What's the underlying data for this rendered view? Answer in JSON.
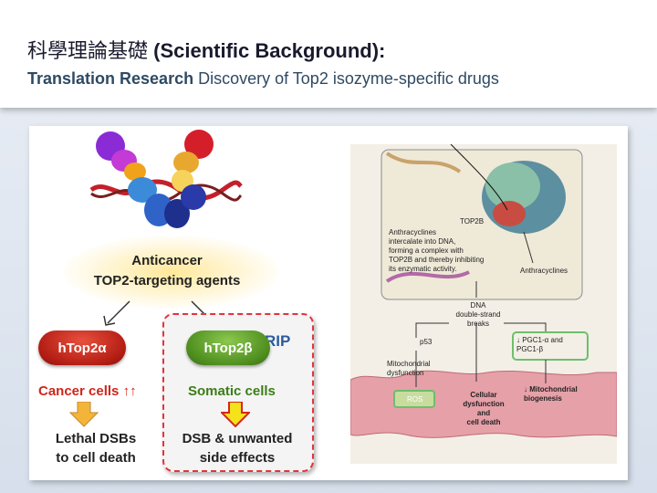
{
  "header": {
    "title_zh": "科學理論基礎",
    "title_en": "(Scientific Background):",
    "subtitle_bold": "Translation Research",
    "subtitle_rest": "Discovery of Top2 isozyme-specific drugs"
  },
  "left": {
    "agents_line1": "Anticancer",
    "agents_line2": "TOP2-targeting agents",
    "pill_alpha": "hTop2α",
    "pill_beta": "hTop2β",
    "rip": "RIP",
    "cancer_cells": "Cancer cells",
    "cancer_arrows": "↑↑",
    "somatic_cells": "Somatic cells",
    "outcome_left_1": "Lethal DSBs",
    "outcome_left_2": "to cell death",
    "outcome_right_1": "DSB & unwanted",
    "outcome_right_2": "side effects"
  },
  "figure": {
    "top2b": "TOP2B",
    "desc": [
      "Anthracyclines",
      "intercalate into DNA,",
      "forming a complex with",
      "TOP2B and thereby inhibiting",
      "its enzymatic activity."
    ],
    "anthracyclines": "Anthracyclines",
    "dna_breaks": [
      "DNA",
      "double-strand",
      "breaks"
    ],
    "p53": "p53",
    "pgc": [
      "↓ PGC1-α and",
      "PGC1-β"
    ],
    "mito_dys": [
      "Mitochondrial",
      "dysfunction"
    ],
    "ros": "ROS",
    "cellular": [
      "Cellular",
      "dysfunction and",
      "cell death"
    ],
    "mito_bio": [
      "↓ Mitochondrial",
      "biogenesis"
    ]
  },
  "colors": {
    "red": "#d1251b",
    "green": "#3c7d17",
    "blue": "#2b5b9e"
  }
}
